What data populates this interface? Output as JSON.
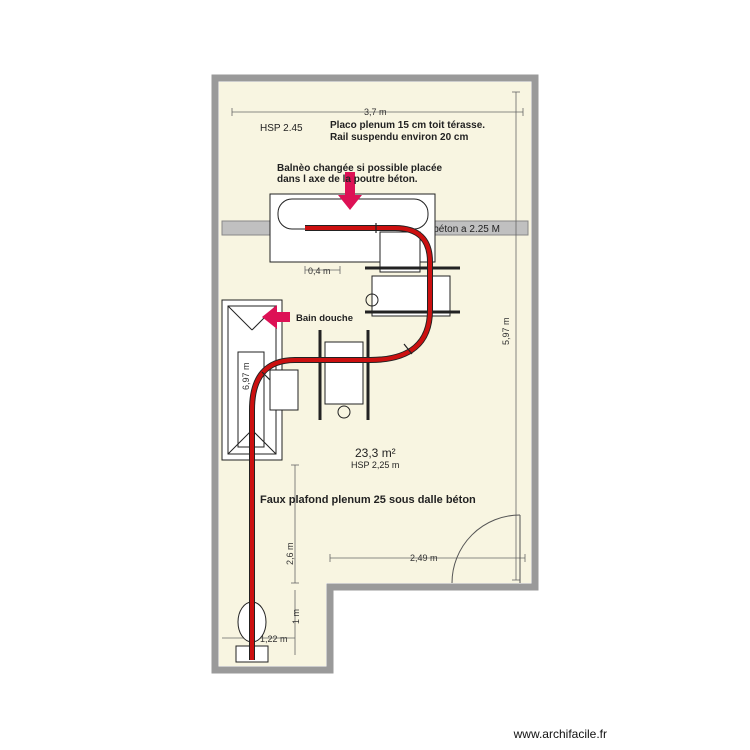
{
  "colors": {
    "room_fill": "#f8f5e1",
    "wall": "#9a9a9a",
    "beam": "#c0c0c0",
    "rail": "#cc1010",
    "arrow": "#dd1155",
    "fixture_stroke": "#222222"
  },
  "annotations": {
    "hsp_top": "HSP 2.45",
    "placo_line1": "Placo plenum 15 cm toit térasse.",
    "placo_line2": "Rail suspendu environ 20 cm",
    "balneo_line1": "Balnèo changée si possible placée",
    "balneo_line2": "dans l axe de la poutre béton.",
    "beam_label": "Poutre béton a 2.25 M",
    "bain_douche": "Bain douche",
    "area": "23,3 m²",
    "hsp_room": "HSP 2,25 m",
    "faux_plafond": "Faux plafond  plenum 25 sous dalle béton"
  },
  "dimensions": {
    "width_top": "3,7 m",
    "height_right": "5,97 m",
    "beam_offset": "0,4 m",
    "left_height": "6,97 m",
    "lower_width": "2,49 m",
    "lower_left_height": "2,6 m",
    "small_height": "1 m",
    "small_width": "1,22 m"
  },
  "footer": {
    "site": "www.archifacile.fr"
  }
}
